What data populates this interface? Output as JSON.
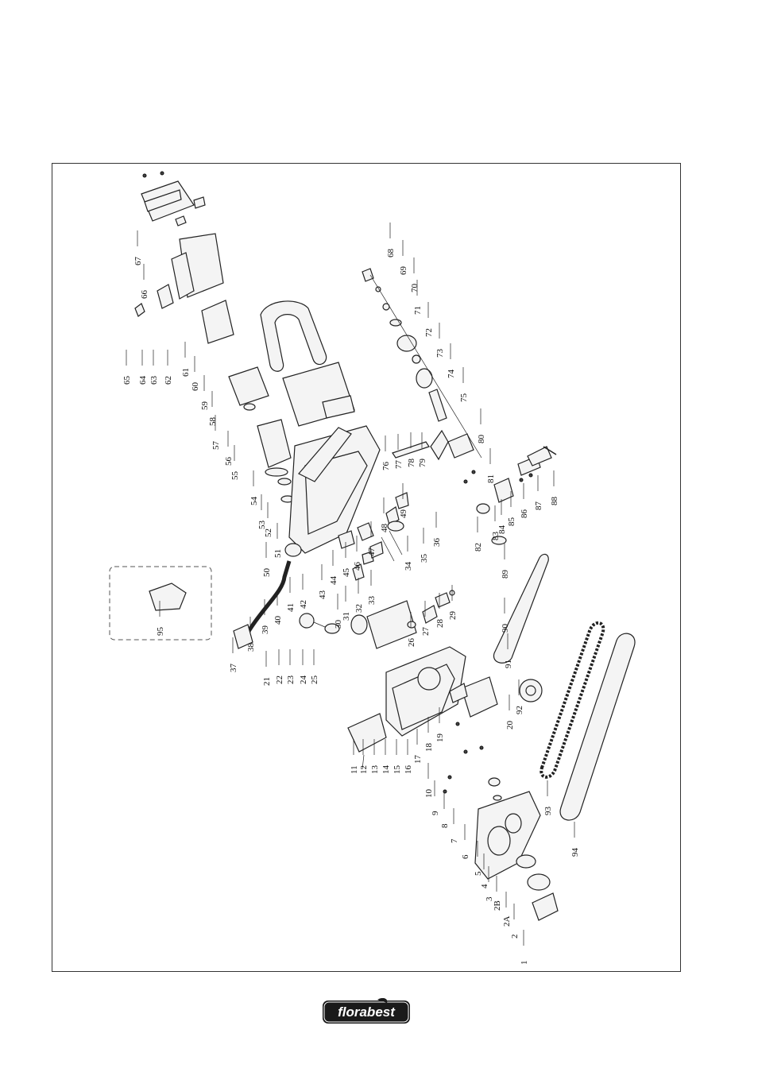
{
  "brand": {
    "logo_text": "florabest"
  },
  "diagram": {
    "type": "exploded-parts-view",
    "part_labels": [
      "1",
      "2",
      "2A",
      "2B",
      "3",
      "4",
      "5",
      "6",
      "7",
      "8",
      "9",
      "10",
      "11",
      "12",
      "13",
      "14",
      "15",
      "16",
      "17",
      "18",
      "19",
      "20",
      "21",
      "22",
      "23",
      "24",
      "25",
      "26",
      "27",
      "28",
      "29",
      "30",
      "31",
      "32",
      "33",
      "34",
      "35",
      "36",
      "37",
      "38",
      "39",
      "40",
      "41",
      "42",
      "43",
      "44",
      "45",
      "46",
      "47",
      "48",
      "49",
      "50",
      "51",
      "52",
      "53",
      "54",
      "55",
      "56",
      "57",
      "58",
      "59",
      "60",
      "61",
      "62",
      "63",
      "64",
      "65",
      "66",
      "67",
      "68",
      "69",
      "70",
      "71",
      "72",
      "73",
      "74",
      "75",
      "76",
      "77",
      "78",
      "79",
      "80",
      "81",
      "82",
      "83",
      "84",
      "85",
      "86",
      "87",
      "88",
      "89",
      "90",
      "91",
      "92",
      "93",
      "94",
      "95"
    ],
    "inset_label": "95"
  }
}
